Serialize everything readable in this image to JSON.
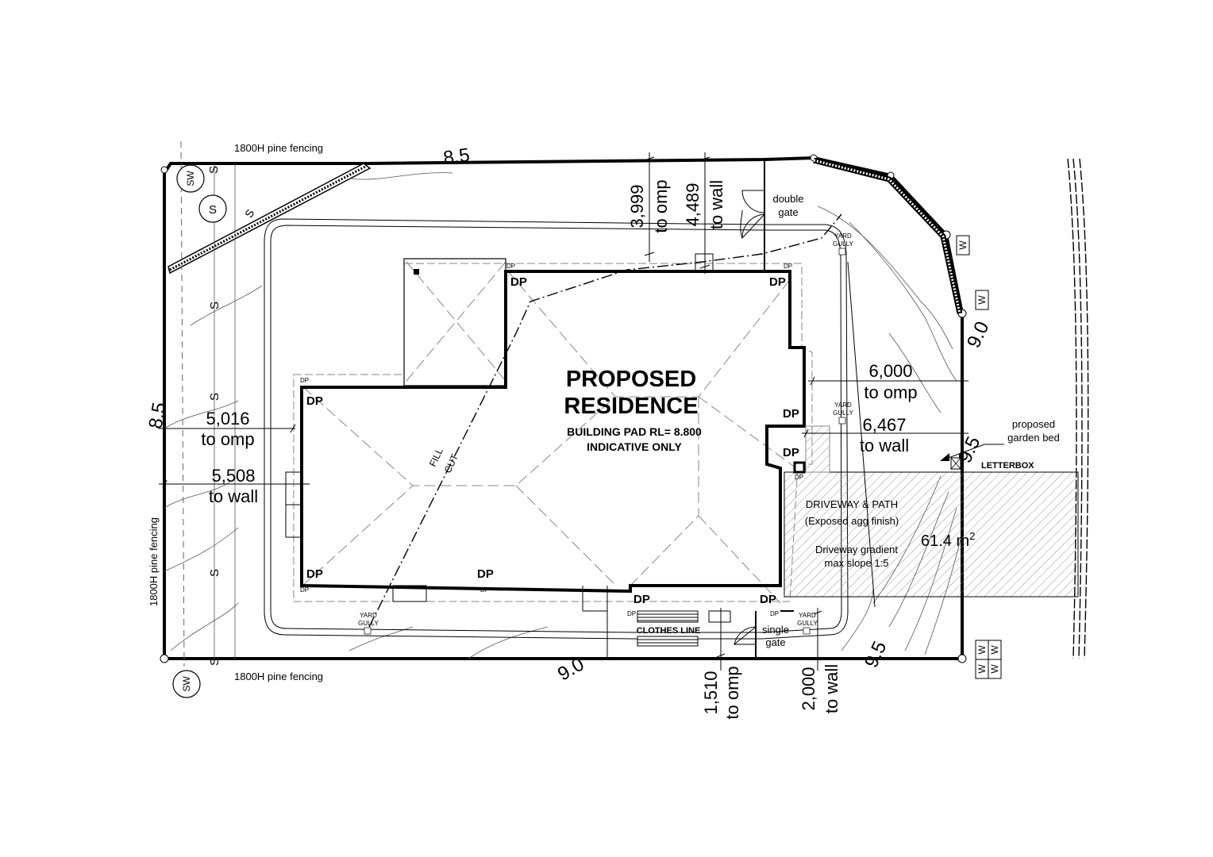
{
  "title_lines": [
    "PROPOSED",
    "RESIDENCE"
  ],
  "building_pad": "BUILDING PAD RL= 8.800",
  "indicative": "INDICATIVE ONLY",
  "fencing": "1800H pine fencing",
  "sewer_symbol": "S",
  "stormwater_symbol": "SW",
  "water_symbol": "W",
  "contours": {
    "c85": "8.5",
    "c90": "9.0",
    "c95": "9.5"
  },
  "dp_label": "DP",
  "yard_gully": [
    "YARD",
    "GULLY"
  ],
  "fill_label": "FILL",
  "cut_label": "CUT",
  "double_gate": [
    "double",
    "gate"
  ],
  "single_gate": [
    "single",
    "gate"
  ],
  "clothes_line": "CLOTHES LINE",
  "letterbox": "LETTERBOX",
  "garden_bed": [
    "proposed",
    "garden bed"
  ],
  "driveway": [
    "DRIVEWAY & PATH",
    "(Exposed agg finish)",
    "Driveway gradient",
    "max slope 1:5"
  ],
  "area": "61.4 m",
  "area_sup": "2",
  "dims": {
    "top_omp": [
      "3,999",
      "to omp"
    ],
    "top_wall": [
      "4,489",
      "to wall"
    ],
    "left_omp": [
      "5,016",
      "to omp"
    ],
    "left_wall": [
      "5,508",
      "to wall"
    ],
    "right_omp": [
      "6,000",
      "to omp"
    ],
    "right_wall": [
      "6,467",
      "to wall"
    ],
    "bottom_omp": [
      "1,510",
      "to omp"
    ],
    "bottom_wall": [
      "2,000",
      "to wall"
    ]
  }
}
